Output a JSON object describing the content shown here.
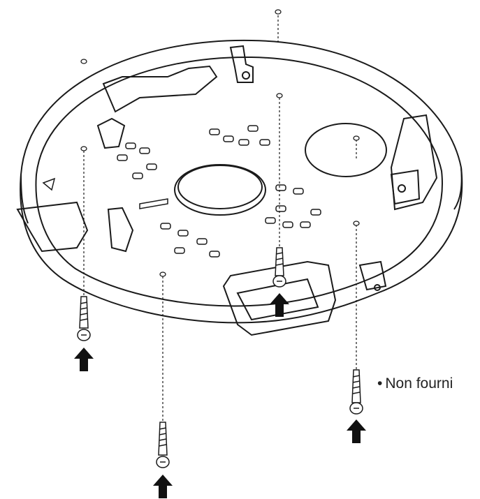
{
  "note": {
    "bullet": "•",
    "text": "Non fourni"
  },
  "colors": {
    "line": "#1a1a1a",
    "background": "#ffffff"
  },
  "parts": {
    "mounting_plate": "plate-outline",
    "screw_count": 4,
    "arrow_count": 4
  }
}
